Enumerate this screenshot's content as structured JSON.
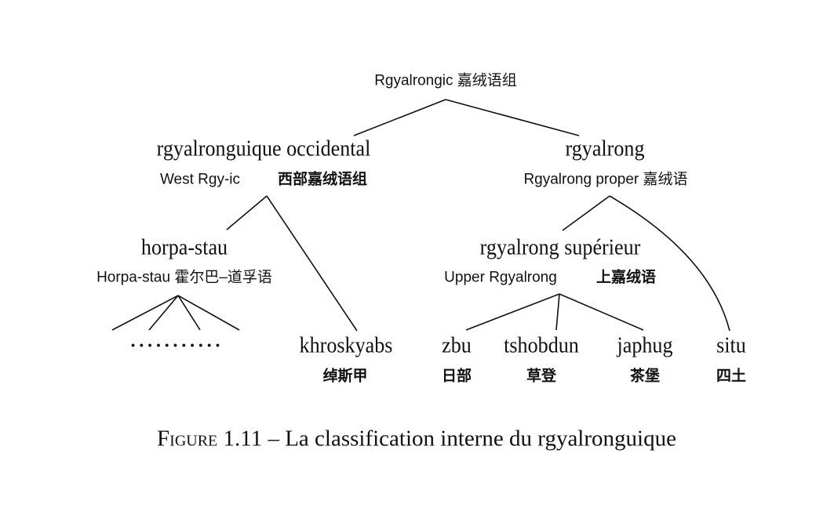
{
  "root": {
    "label": "Rgyalrongic 嘉绒语组"
  },
  "west": {
    "name": "rgyalronguique occidental",
    "gloss": "West Rgy-ic",
    "gloss_zh": "西部嘉绒语组"
  },
  "rgyalrong": {
    "name": "rgyalrong",
    "gloss": "Rgyalrong proper 嘉绒语"
  },
  "horpa": {
    "name": "horpa-stau",
    "gloss": "Horpa-stau 霍尔巴–道孚语",
    "leaves": "• • • • • • • • • • •"
  },
  "upper": {
    "name": "rgyalrong supérieur",
    "gloss": "Upper Rgyalrong",
    "gloss_zh": "上嘉绒语"
  },
  "leaves": [
    {
      "name": "khroskyabs",
      "zh": "绰斯甲"
    },
    {
      "name": "zbu",
      "zh": "日部"
    },
    {
      "name": "tshobdun",
      "zh": "草登"
    },
    {
      "name": "japhug",
      "zh": "茶堡"
    },
    {
      "name": "situ",
      "zh": "四土"
    }
  ],
  "caption": {
    "figure": "Figure 1.11",
    "text": "– La classification interne du rgyalronguique"
  }
}
